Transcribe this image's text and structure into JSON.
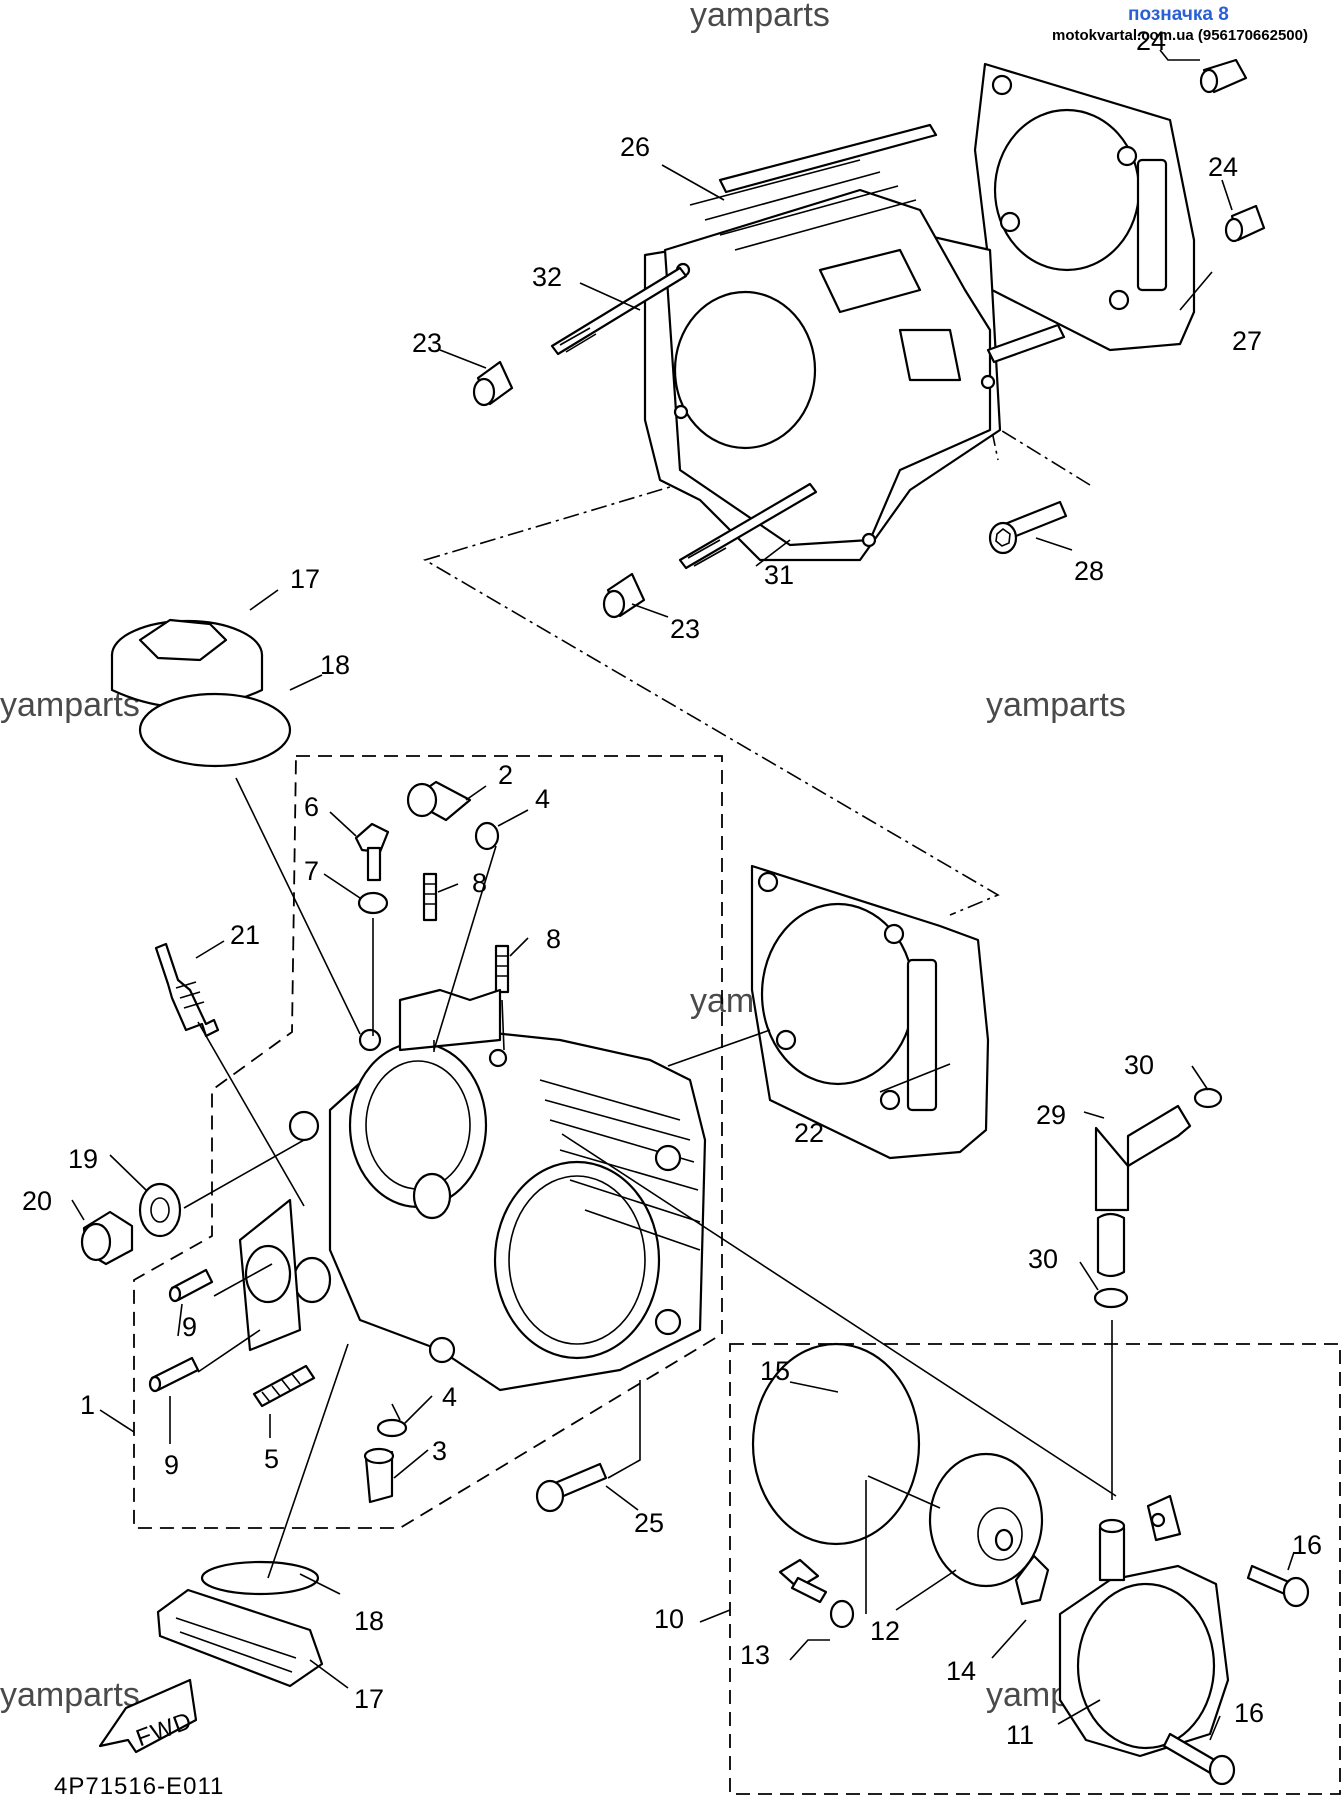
{
  "header_badge": {
    "title": "позначка 8",
    "title_color": "#2a5fd6",
    "subtitle": "motokvartal.com.ua (956170662500)"
  },
  "watermarks": [
    "yamparts",
    "yamparts",
    "yamparts",
    "yamparts",
    "yamparts",
    "yamparts"
  ],
  "drawing_code": "4P71516-E011",
  "fwd_label": "FWD",
  "callouts": {
    "p1": "1",
    "p2": "2",
    "p3": "3",
    "p4a": "4",
    "p4b": "4",
    "p5": "5",
    "p6": "6",
    "p7": "7",
    "p8a": "8",
    "p8b": "8",
    "p9a": "9",
    "p9b": "9",
    "p10": "10",
    "p11": "11",
    "p12": "12",
    "p13": "13",
    "p14": "14",
    "p15": "15",
    "p16a": "16",
    "p16b": "16",
    "p17a": "17",
    "p17b": "17",
    "p18a": "18",
    "p18b": "18",
    "p19": "19",
    "p20": "20",
    "p21": "21",
    "p22": "22",
    "p23a": "23",
    "p23b": "23",
    "p24a": "24",
    "p24b": "24",
    "p25": "25",
    "p26": "26",
    "p27": "27",
    "p28": "28",
    "p29": "29",
    "p30a": "30",
    "p30b": "30",
    "p31": "31",
    "p32": "32"
  }
}
